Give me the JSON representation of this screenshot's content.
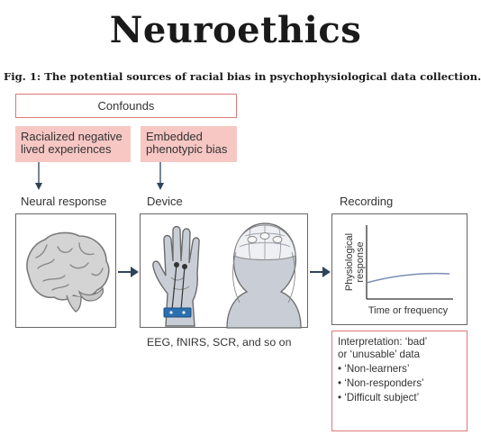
{
  "page": {
    "title": "Neuroethics",
    "caption": "Fig. 1: The potential sources of racial bias in psychophysiological data collection."
  },
  "confounds": {
    "header": "Confounds",
    "items": [
      {
        "line1": "Racialized negative",
        "line2": "lived experiences"
      },
      {
        "line1": "Embedded",
        "line2": "phenotypic bias"
      }
    ]
  },
  "stages": {
    "neural": "Neural response",
    "device": "Device",
    "recording": "Recording"
  },
  "device_caption": "EEG, fNIRS, SCR, and so on",
  "recording_plot": {
    "ylabel_line1": "Physiological",
    "ylabel_line2": "response",
    "xlabel": "Time or frequency"
  },
  "interpretation": {
    "line1": "Interpretation: ‘bad’",
    "line2": "or ‘unusable’ data",
    "bullets": [
      "• ‘Non-learners’",
      "• ‘Non-responders’",
      "• ‘Difficult subject’"
    ]
  },
  "colors": {
    "confound_fill": "#f7c7c4",
    "confound_border": "#dd7777",
    "arrow": "#2f4359",
    "electrode_band": "#2a6fb0",
    "plot_line": "#7a8fb3"
  }
}
